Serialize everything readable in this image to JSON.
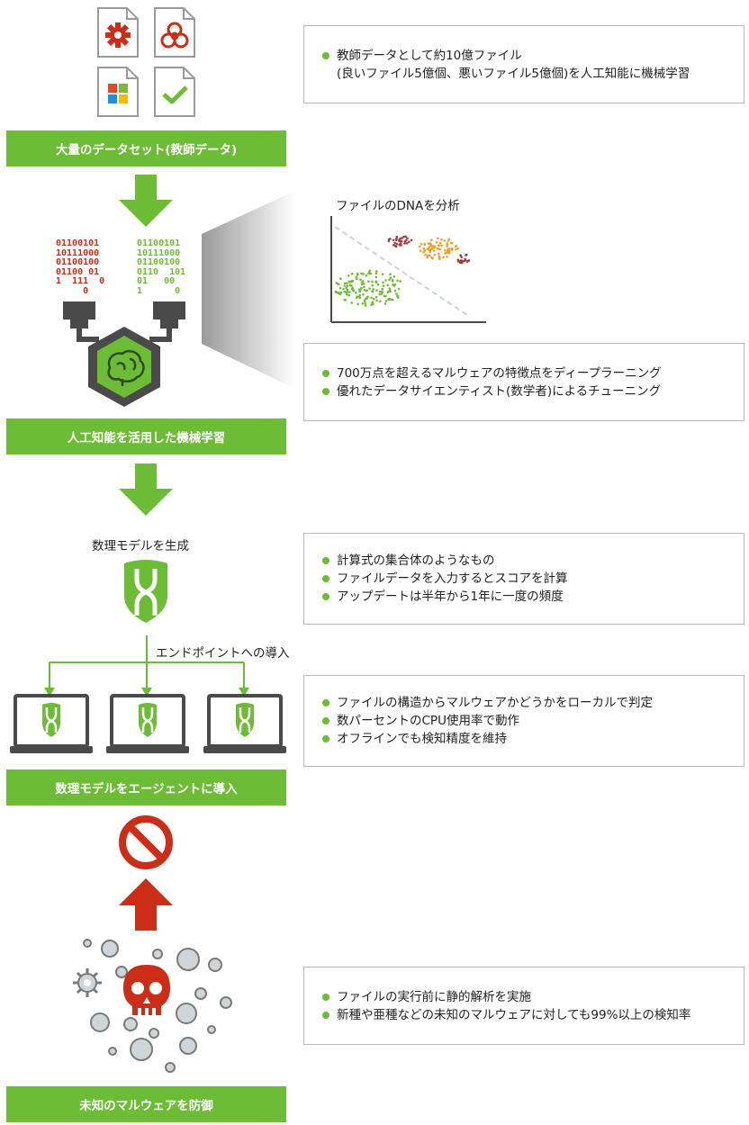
{
  "steps": {
    "dataset_label": "大量のデータセット(教師データ)",
    "ai_label": "人工知能を活用した機械学習",
    "deploy_label": "数理モデルをエージェントに導入",
    "defend_label": "未知のマルウェアを防御"
  },
  "boxes": {
    "dataset": {
      "item1_line1": "教師データとして約10億ファイル",
      "item1_line2": "(良いファイル5億個、悪いファイル5億個)を人工知能に機械学習"
    },
    "ai": {
      "item1": "700万点を超えるマルウェアの特徴点をディープラーニング",
      "item2": "優れたデータサイエンティスト(数学者)によるチューニング"
    },
    "model": {
      "item1": "計算式の集合体のようなもの",
      "item2": "ファイルデータを入力するとスコアを計算",
      "item3": "アップデートは半年から1年に一度の頻度"
    },
    "endpoint": {
      "item1": "ファイルの構造からマルウェアかどうかをローカルで判定",
      "item2": "数パーセントのCPU使用率で動作",
      "item3": "オフラインでも検知精度を維持"
    },
    "defend": {
      "item1": "ファイルの実行前に静的解析を実施",
      "item2": "新種や亜種などの未知のマルウェアに対しても99%以上の検知率"
    }
  },
  "labels": {
    "dna_title": "ファイルのDNAを分析",
    "model_title": "数理モデルを生成",
    "deploy_caption": "エンドポイントへの導入"
  },
  "binary": {
    "red": "01100101\n10111000\n01100100\n01100 01\n1  111  0\n     0",
    "green": "01100101\n10111000\n01100100\n0110  101\n01   00\n1      0"
  },
  "colors": {
    "green": "#6cbd35",
    "red": "#cc2d16",
    "dark_gray": "#4a4a4a",
    "orange": "#f0a030",
    "maroon": "#a33a3a"
  },
  "icons": [
    "gear-file-icon",
    "biohazard-file-icon",
    "windows-file-icon",
    "check-file-icon",
    "brain-chip-icon",
    "shield-model-icon",
    "laptop-icon",
    "prohibited-icon",
    "up-arrow-icon",
    "skull-icon",
    "virus-icon"
  ]
}
